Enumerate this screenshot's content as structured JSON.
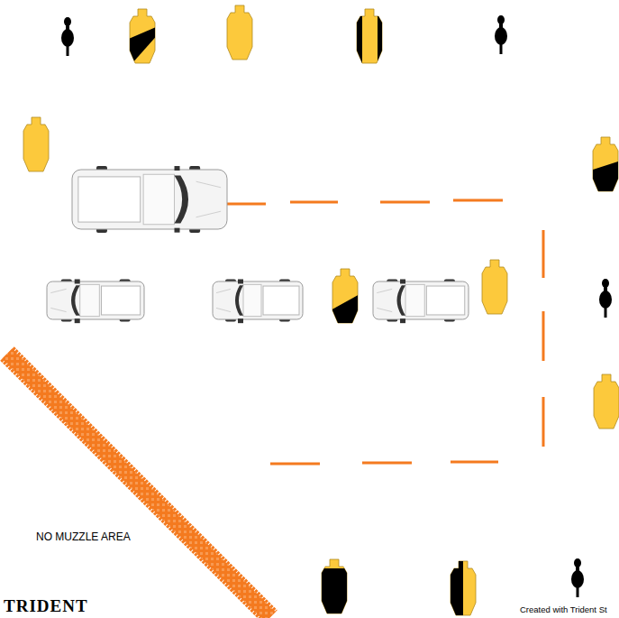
{
  "diagram": {
    "labels": [
      "NO MUZZLE AREA",
      "TRIDENT",
      "Created with Trident St"
    ]
  }
}
